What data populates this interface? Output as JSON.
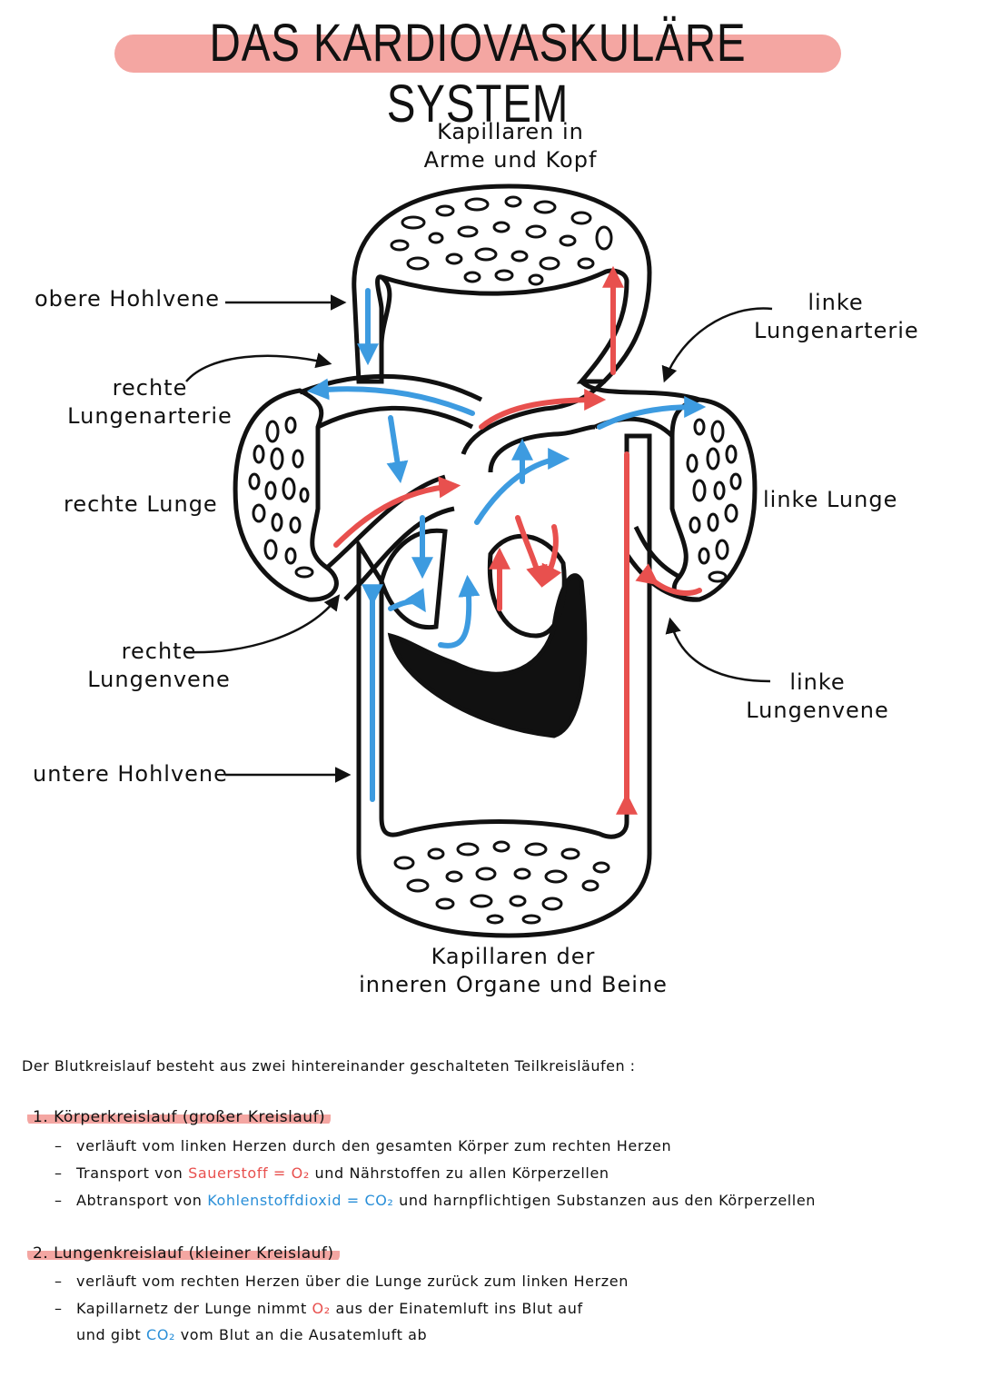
{
  "title": "DAS KARDIOVASKULÄRE SYSTEM",
  "colors": {
    "highlight": "#f4a6a2",
    "oxygen_red": "#e8504e",
    "co2_blue": "#3d9be0",
    "outline": "#111111"
  },
  "labels": {
    "top_caps_1": "Kapillaren in",
    "top_caps_2": "Arme und Kopf",
    "obere_hohlvene": "obere Hohlvene",
    "rechte_lungenarterie_1": "rechte",
    "rechte_lungenarterie_2": "Lungenarterie",
    "rechte_lunge": "rechte Lunge",
    "rechte_lungenvene_1": "rechte",
    "rechte_lungenvene_2": "Lungenvene",
    "untere_hohlvene": "untere Hohlvene",
    "linke_lungenarterie_1": "linke",
    "linke_lungenarterie_2": "Lungenarterie",
    "linke_lunge": "linke Lunge",
    "linke_lungenvene_1": "linke",
    "linke_lungenvene_2": "Lungenvene",
    "bottom_caps_1": "Kapillaren der",
    "bottom_caps_2": "inneren Organe und Beine"
  },
  "text": {
    "intro": "Der Blutkreislauf besteht aus zwei hintereinander geschalteten Teilkreisläufen :",
    "section1": {
      "heading": "1. Körperkreislauf (großer Kreislauf)",
      "b1": "verläuft vom linken Herzen durch den gesamten Körper zum rechten Herzen",
      "b2_pre": "Transport von ",
      "b2_red": "Sauerstoff = O₂",
      "b2_post": " und Nährstoffen zu allen Körperzellen",
      "b3_pre": "Abtransport von ",
      "b3_blue": "Kohlenstoffdioxid = CO₂",
      "b3_post": " und harnpflichtigen Substanzen aus den Körperzellen"
    },
    "section2": {
      "heading": "2. Lungenkreislauf (kleiner Kreislauf)",
      "b1": "verläuft vom rechten Herzen über die Lunge zurück zum linken Herzen",
      "b2_pre": "Kapillarnetz der Lunge nimmt ",
      "b2_red": "O₂",
      "b2_post": " aus der Einatemluft ins Blut auf",
      "b3_pre": "und gibt ",
      "b3_blue": "CO₂",
      "b3_post": " vom Blut an die Ausatemluft ab"
    }
  }
}
